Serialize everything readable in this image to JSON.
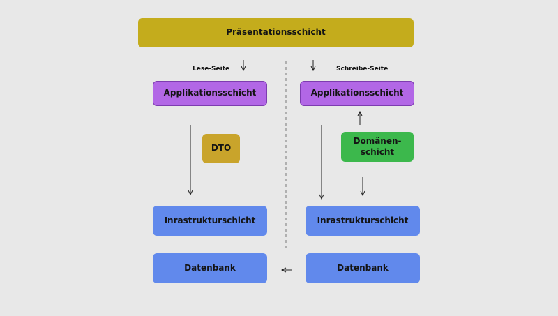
{
  "diagram": {
    "presentation": "Präsentationsschicht",
    "read_side": {
      "title": "Lese-Seite",
      "application": "Applikationsschicht",
      "dto": "DTO",
      "infrastructure": "Inrastrukturschicht",
      "database": "Datenbank"
    },
    "write_side": {
      "title": "Schreibe-Seite",
      "application": "Applikationsschicht",
      "domain": "Domänen-\nschicht",
      "infrastructure": "Inrastrukturschicht",
      "database": "Datenbank"
    }
  },
  "colors": {
    "background": "#e8e8e8",
    "presentation": "#c4ac1c",
    "application": "#b267e6",
    "infrastructure": "#6189ec",
    "domain": "#3cb84c",
    "dto": "#c9a42b"
  }
}
